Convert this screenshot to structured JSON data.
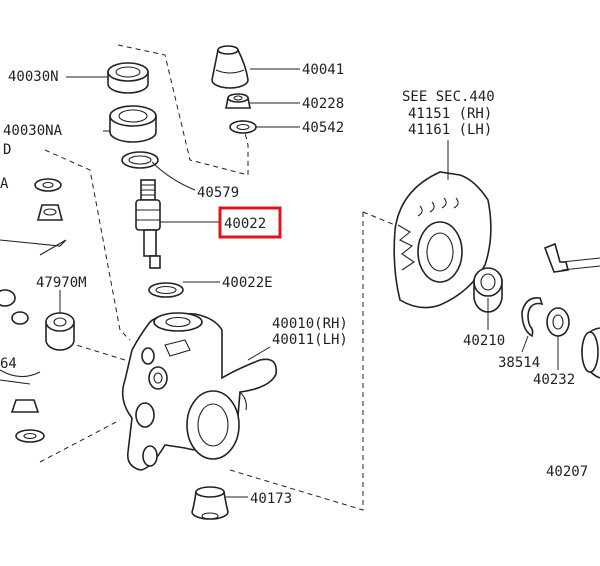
{
  "labels": {
    "p40030n": "40030N",
    "p40030na": "40030NA",
    "p40041": "40041",
    "p40228": "40228",
    "p40542": "40542",
    "p40579": "40579",
    "p40022": "40022",
    "p40022e": "40022E",
    "p47970m": "47970M",
    "p40010": "40010(RH)",
    "p40011": "40011(LH)",
    "p40173": "40173",
    "see_sec": "SEE SEC.440",
    "p41151": "41151 (RH)",
    "p41161": "41161 (LH)",
    "p40210": "40210",
    "p38514": "38514",
    "p40232": "40232",
    "p40207": "40207",
    "edge_d": "D",
    "edge_a": "A",
    "edge_64": "64"
  },
  "highlight": {
    "part": "40022",
    "color": "#e0141e"
  }
}
